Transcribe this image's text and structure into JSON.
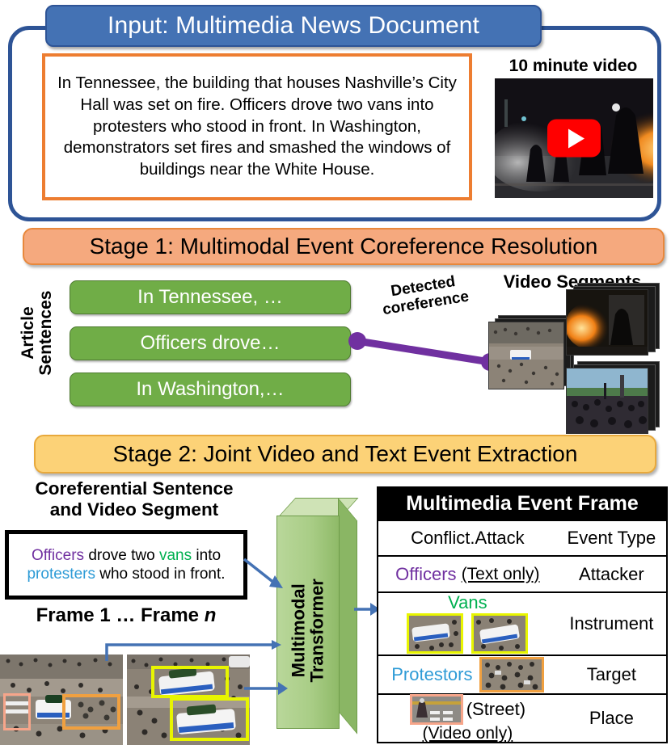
{
  "input_panel": {
    "banner": "Input: Multimedia News Document",
    "article_text": "In Tennessee, the building that houses Nashville’s City Hall was set on fire. Officers drove two vans into protesters who stood in front. In Washington, demonstrators set fires and smashed the windows of buildings near the White House.",
    "video_label": "10 minute video",
    "play_icon": "play-button-icon"
  },
  "stage1": {
    "banner": "Stage 1: Multimodal Event Coreference Resolution",
    "side_label_line1": "Article",
    "side_label_line2": "Sentences",
    "sentences": [
      "In Tennessee, …",
      "Officers drove…",
      "In Washington,…"
    ],
    "coref_label_line1": "Detected",
    "coref_label_line2": "coreference",
    "video_segments_label": "Video Segments"
  },
  "stage2": {
    "banner": "Stage 2: Joint Video and Text Event Extraction",
    "left_title_line1": "Coreferential Sentence",
    "left_title_line2": "and Video Segment",
    "sentence": {
      "w1": "Officers",
      "w2": " drove two ",
      "w3": "vans",
      "w4": " into ",
      "w5": "protesters",
      "w6": " who stood in front."
    },
    "frame_label_prefix": "Frame 1 … Frame ",
    "frame_label_italic": "n",
    "transformer_line1": "Multimodal",
    "transformer_line2": "Transformer"
  },
  "event_table": {
    "title": "Multimedia Event Frame",
    "rows": [
      {
        "value": "Conflict.Attack",
        "role": "Event Type",
        "note": "",
        "kind": "text"
      },
      {
        "value": "Officers",
        "note": "(Text only)",
        "role": "Attacker",
        "kind": "text-colored"
      },
      {
        "value": "Vans",
        "note": "",
        "role": "Instrument",
        "kind": "label-over-images"
      },
      {
        "value": "Protestors",
        "note": "",
        "role": "Target",
        "kind": "text-and-image"
      },
      {
        "value": "(Street)",
        "note": "(Video only)",
        "role": "Place",
        "kind": "image-and-text"
      }
    ]
  },
  "colors": {
    "banner_blue": "#4472B4",
    "panel_border_blue": "#2E5496",
    "article_border_orange": "#ED7D31",
    "stage1_salmon": "#F5A97E",
    "stage2_yellow": "#FCD277",
    "pill_green": "#70AD47",
    "coref_purple": "#7030A0",
    "word_officers_purple": "#7030A0",
    "word_vans_green": "#00B050",
    "word_protesters_blue": "#2E9BD6",
    "arrow_blue": "#4472B4",
    "bbox_yellow": "#E8F500",
    "bbox_orange": "#F0A040",
    "bbox_salmon": "#F6A58A",
    "play_red": "#FF0000"
  }
}
